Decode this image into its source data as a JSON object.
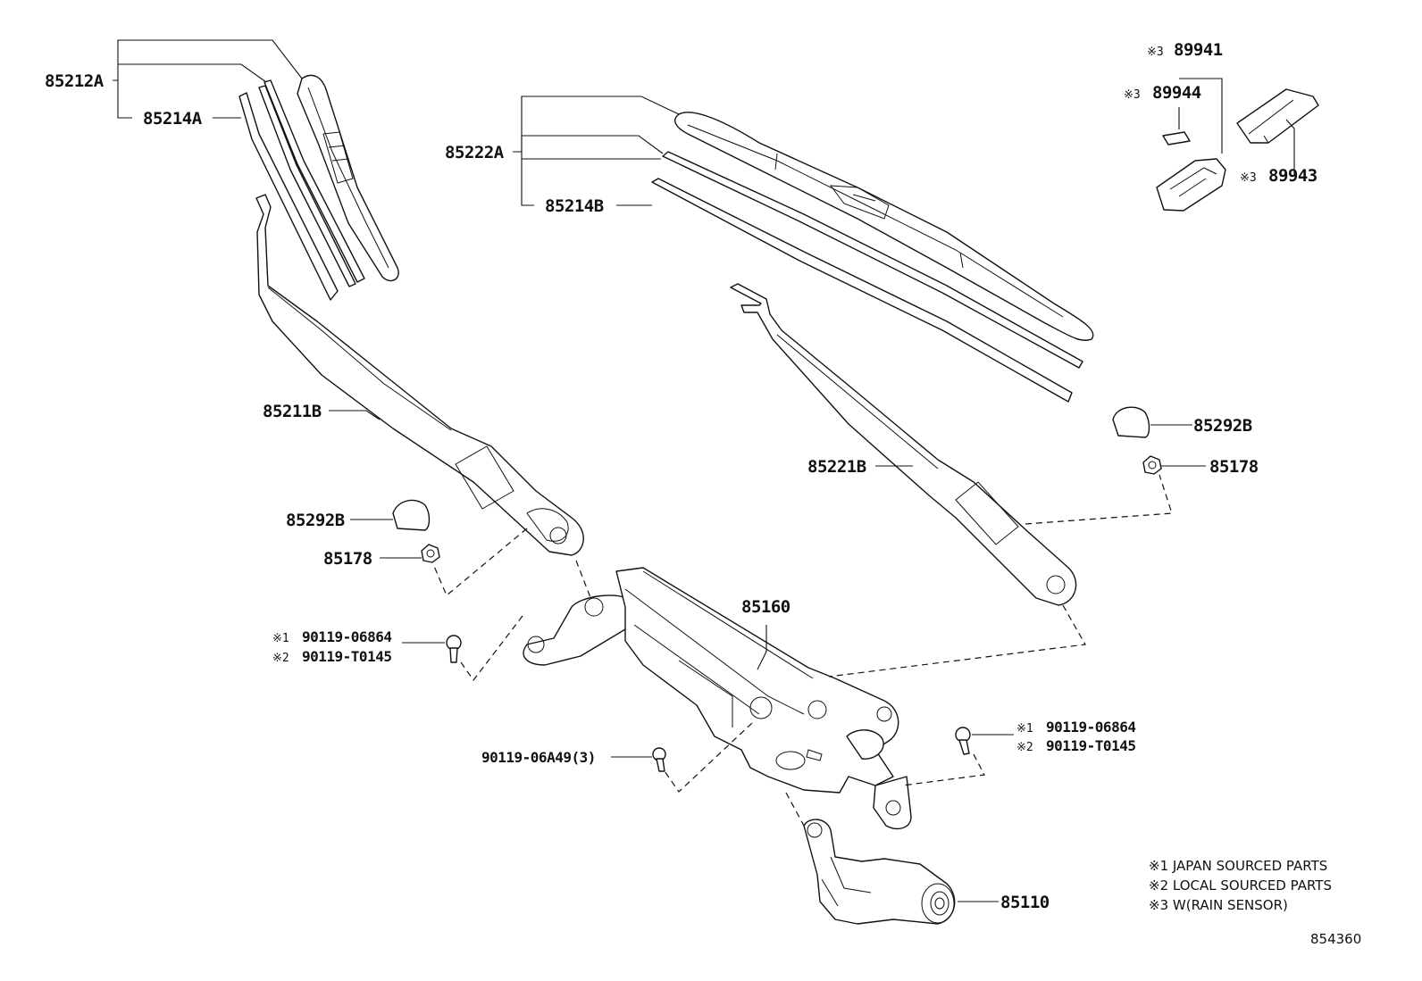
{
  "diagram": {
    "drawing_number": "854360",
    "parts": {
      "p85212A": "85212A",
      "p85214A": "85214A",
      "p85222A": "85222A",
      "p85214B": "85214B",
      "p85211B": "85211B",
      "p85221B": "85221B",
      "p85292B_left": "85292B",
      "p85178_left": "85178",
      "p85292B_right": "85292B",
      "p85178_right": "85178",
      "p85160": "85160",
      "p85110": "85110",
      "p90119_06A49": "90119-06A49(3)",
      "p89941": "89941",
      "p89944": "89944",
      "p89943": "89943",
      "left_bolt_1": "90119-06864",
      "left_bolt_2": "90119-T0145",
      "right_bolt_1": "90119-06864",
      "right_bolt_2": "90119-T0145"
    },
    "marks": {
      "ref1": "※1",
      "ref2": "※2",
      "ref3": "※3"
    },
    "legend": [
      "※1 JAPAN SOURCED PARTS",
      "※2 LOCAL SOURCED PARTS",
      "※3 W(RAIN SENSOR)"
    ]
  }
}
